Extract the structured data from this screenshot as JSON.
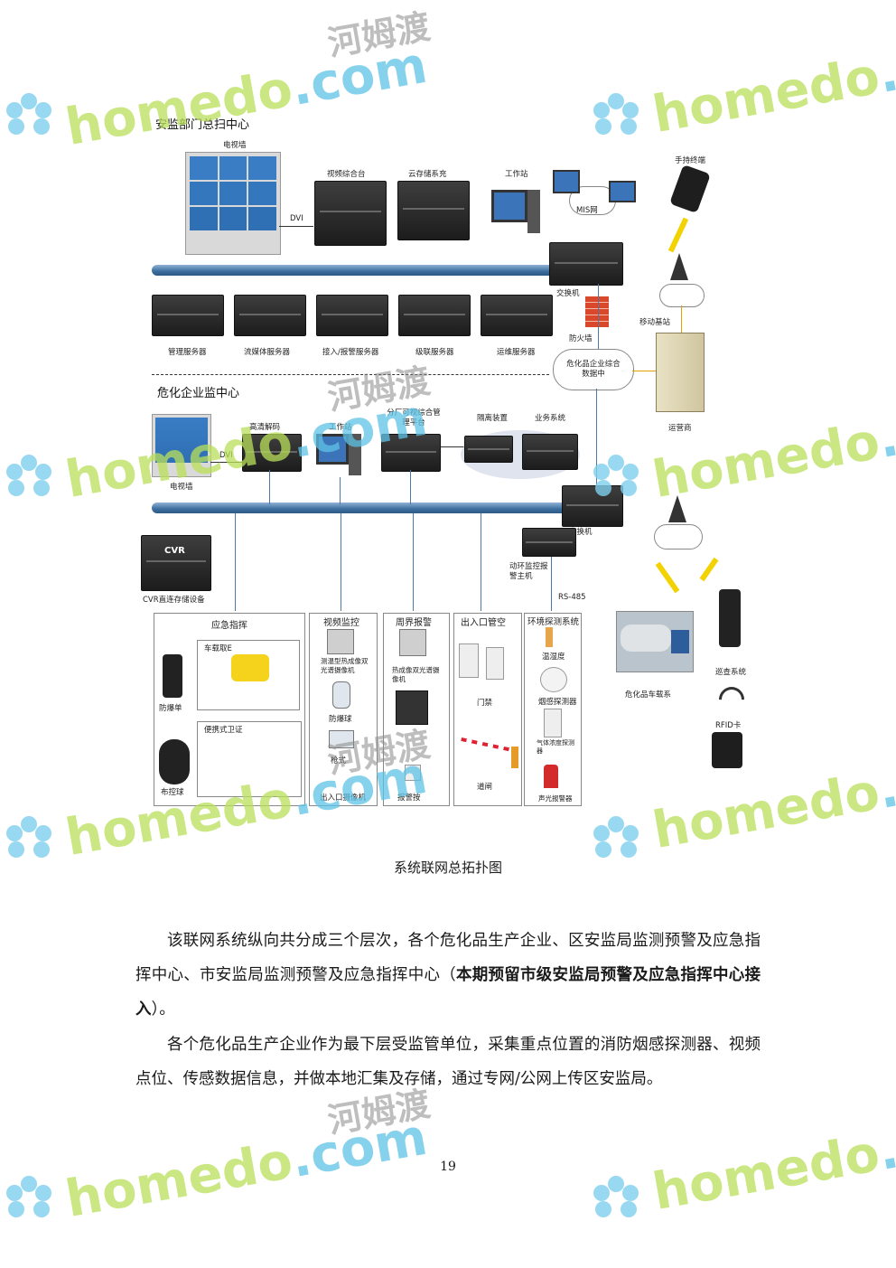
{
  "diagram": {
    "section_top": "安监部门总扫中心",
    "section_bottom": "危化企业监中心",
    "labels_top": {
      "tv_wall": "电视墙",
      "video_platform": "视频综合台",
      "cloud_storage": "云存储系充",
      "workstation": "工作站",
      "mis": "MIS网",
      "handheld": "手持终端",
      "dvi": "DVI",
      "switch": "交换机",
      "mobile_station": "移动基站",
      "firewall": "防火墙",
      "data_center": "危化品企业综合数据中",
      "carrier": "运营商",
      "srv_manage": "管理服务器",
      "srv_stream": "流媒体服务器",
      "srv_alarm": "接入/报警服务器",
      "srv_cascade": "级联服务器",
      "srv_ops": "运维服务器"
    },
    "labels_bottom": {
      "decoder": "高清解码",
      "workstation": "工作站",
      "platform": "分厂可视综合管理平台",
      "isolation": "隔离装置",
      "business": "业务系统",
      "dvi": "DVI",
      "tv_wall": "电视墙",
      "switch": "交换机",
      "cvr": "CVR",
      "cvr_storage": "CVR直连存储设备",
      "env_host": "动环监控报警主机",
      "rs485": "RS-485"
    },
    "groups": {
      "emergency": "应急指挥",
      "vehicle_label": "车载取E",
      "explosion_proof": "防爆单",
      "portable": "便携式卫证",
      "dome": "布控球",
      "video": "视频监控",
      "thermal_cam": "测温型热成像双光谱摄像机",
      "explosion_ball": "防爆球",
      "gun_cam": "枪式",
      "entrance_cam": "出入口摄像机",
      "perimeter": "周界报警",
      "thermal_dual": "热成像双光谱摄像机",
      "alarm_button": "报警按",
      "access": "出入口管空",
      "door": "门禁",
      "barrier": "道闸",
      "env": "环境探测系统",
      "temp_humidity": "温湿度",
      "smoke": "烟感探测器",
      "gas": "气体浓度探测器",
      "siren": "声光报警器",
      "tanker": "危化品车载系",
      "patrol": "巡查系统",
      "rfid": "RFID卡"
    }
  },
  "caption": "系统联网总拓扑图",
  "paragraph1_a": "该联网系统纵向共分成三个层次，各个危化品生产企业、区安监局监测预警及应急指挥中心、市安监局监测预警及应急指挥中心（",
  "paragraph1_bold": "本期预留市级安监局预警及应急指挥中心接入",
  "paragraph1_b": "）。",
  "paragraph2": "各个危化品生产企业作为最下层受监管单位，采集重点位置的消防烟感探测器、视频点位、传感数据信息，并做本地汇集及存储，通过专网/公网上传区安监局。",
  "page_number": "19",
  "watermark": {
    "text": "homedo",
    "suffix": ".com",
    "cn": "河姆渡"
  }
}
